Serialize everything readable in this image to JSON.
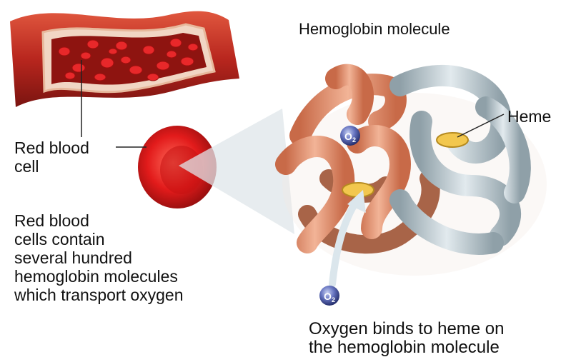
{
  "title": "Hemoglobin molecule",
  "labels": {
    "red_blood_cell": [
      "Red blood",
      "cell"
    ],
    "heme": "Heme",
    "o2": "O",
    "o2_sub": "2"
  },
  "description": [
    "Red blood",
    "cells contain",
    "several hundred",
    "hemoglobin molecules",
    "which transport oxygen"
  ],
  "caption": [
    "Oxygen binds to heme on",
    "the hemoglobin molecule"
  ],
  "colors": {
    "vessel": "#b8261e",
    "cell": "#e21b1b",
    "chain_orange": "#e89a7a",
    "chain_gray": "#b9c6cc",
    "heme": "#f2c74e",
    "o2_bubble": "#3a4a9a"
  }
}
